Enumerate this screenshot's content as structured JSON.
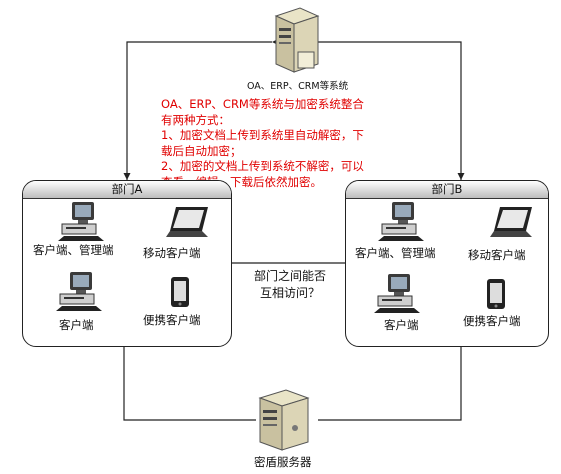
{
  "top_server": {
    "label": "OA、ERP、CRM等系统"
  },
  "notes": {
    "line1": "OA、ERP、CRM等系统与加密系统整合有两种方式：",
    "line2": "1、加密文档上传到系统里自动解密，下载后自动加密；",
    "line3": "2、加密的文档上传到系统不解密，可以查看、编辑，下载后依然加密。"
  },
  "dept_a": {
    "title": "部门A",
    "desktop_label": "客户端、管理端",
    "laptop_label": "移动客户端",
    "client_label": "客户端",
    "handheld_label": "便携客户端"
  },
  "dept_b": {
    "title": "部门B",
    "desktop_label": "客户端、管理端",
    "laptop_label": "移动客户端",
    "client_label": "客户端",
    "handheld_label": "便携客户端"
  },
  "question": {
    "line1": "部门之间能否",
    "line2": "互相访问？"
  },
  "bottom_server": {
    "label": "密盾服务器"
  },
  "colors": {
    "note_text": "#e00000",
    "line": "#222222",
    "header_top": "#ffffff",
    "header_bottom": "#bdbdbd"
  }
}
